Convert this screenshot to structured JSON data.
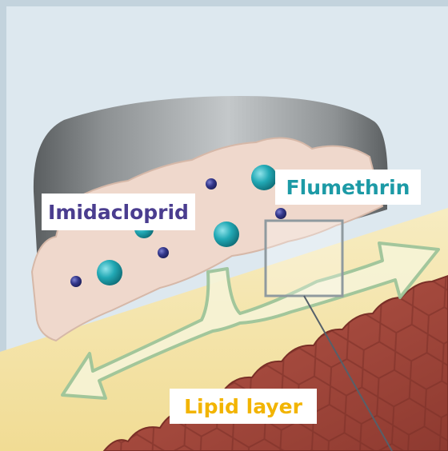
{
  "diagram": {
    "labels": {
      "imidacloprid": "Imidacloprid",
      "flumethrin": "Flumethrin",
      "lipid_layer": "Lipid layer"
    },
    "colors": {
      "background": "#d9e6ee",
      "frame": "#c3d3dd",
      "collar_dark": "#5a5e60",
      "collar_light": "#b8bcbe",
      "collar_matrix": "#efd8cc",
      "lipid_layer": "#f4e3a6",
      "arrow_fill": "#f7f4d6",
      "arrow_outline": "#9cc49a",
      "skin_tissue": "#a8473a",
      "imidacloprid_particle": "#34388c",
      "flumethrin_particle": "#1fa6b2",
      "imidacloprid_text": "#4a3d8f",
      "flumethrin_text": "#1c9aa6",
      "lipid_text": "#f2b400"
    },
    "icons": [
      "imidacloprid-particle-icon",
      "flumethrin-particle-icon",
      "spread-arrow-icon",
      "magnifier-box-icon"
    ]
  }
}
